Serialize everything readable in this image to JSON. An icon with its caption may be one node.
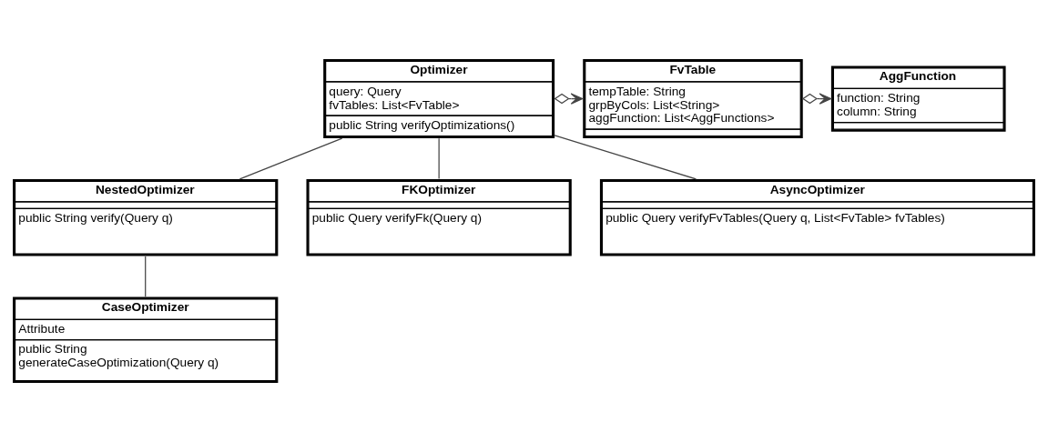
{
  "diagram": {
    "nodes": [
      {
        "text": [
          "Optimizer",
          "query: Query",
          "fvTables: List<FvTable>",
          "public String verifyOptimizations()"
        ]
      },
      {
        "text": [
          "FvTable",
          "tempTable: String",
          "grpByCols: List<String>",
          "aggFunction: List<AggFunctions>"
        ]
      },
      {
        "text": [
          "AggFunction",
          "function: String",
          "column: String"
        ]
      },
      {
        "text": [
          "NestedOptimizer",
          "public String verify(Query q)"
        ]
      },
      {
        "text": [
          "FKOptimizer",
          "public Query verifyFk(Query q)"
        ]
      },
      {
        "text": [
          "AsyncOptimizer",
          "public Query verifyFvTables(Query q, List<FvTable> fvTables)"
        ]
      },
      {
        "text": [
          "CaseOptimizer",
          "Attribute",
          "public String generateCaseOptimization(Query q)"
        ]
      }
    ],
    "edges": [
      {
        "from": 0,
        "to": 1,
        "arrow": "to"
      },
      {
        "from": 1,
        "to": 2,
        "arrow": "to"
      },
      {
        "from": 0,
        "to": 3,
        "arrow": "none"
      },
      {
        "from": 0,
        "to": 4,
        "arrow": "none"
      },
      {
        "from": 0,
        "to": 5,
        "arrow": "none"
      },
      {
        "from": 3,
        "to": 6,
        "arrow": "none"
      }
    ]
  }
}
